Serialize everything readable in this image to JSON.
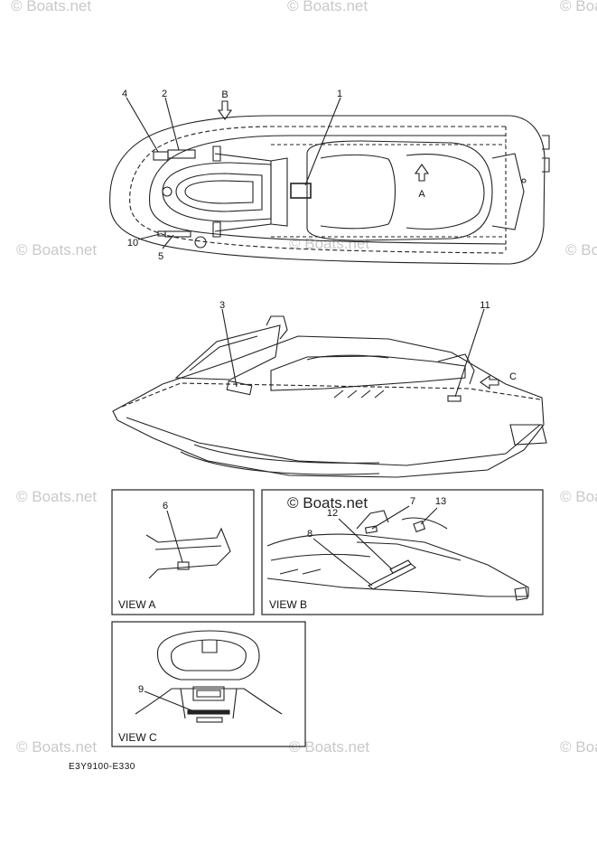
{
  "watermark": "© Boats.net",
  "watermark_center": "© Boats.net",
  "callouts": {
    "c1": "1",
    "c2": "2",
    "c3": "3",
    "c4": "4",
    "c5": "5",
    "c6": "6",
    "c7": "7",
    "c8": "8",
    "c9": "9",
    "c10": "10",
    "c11": "11",
    "c12": "12",
    "c13": "13"
  },
  "arrows": {
    "a": "A",
    "b": "B",
    "c": "C"
  },
  "views": {
    "a": "VIEW A",
    "b": "VIEW B",
    "c": "VIEW C"
  },
  "diagram_code": "E3Y9100-E330",
  "colors": {
    "line": "#222222",
    "watermark": "#c9c9c9"
  }
}
